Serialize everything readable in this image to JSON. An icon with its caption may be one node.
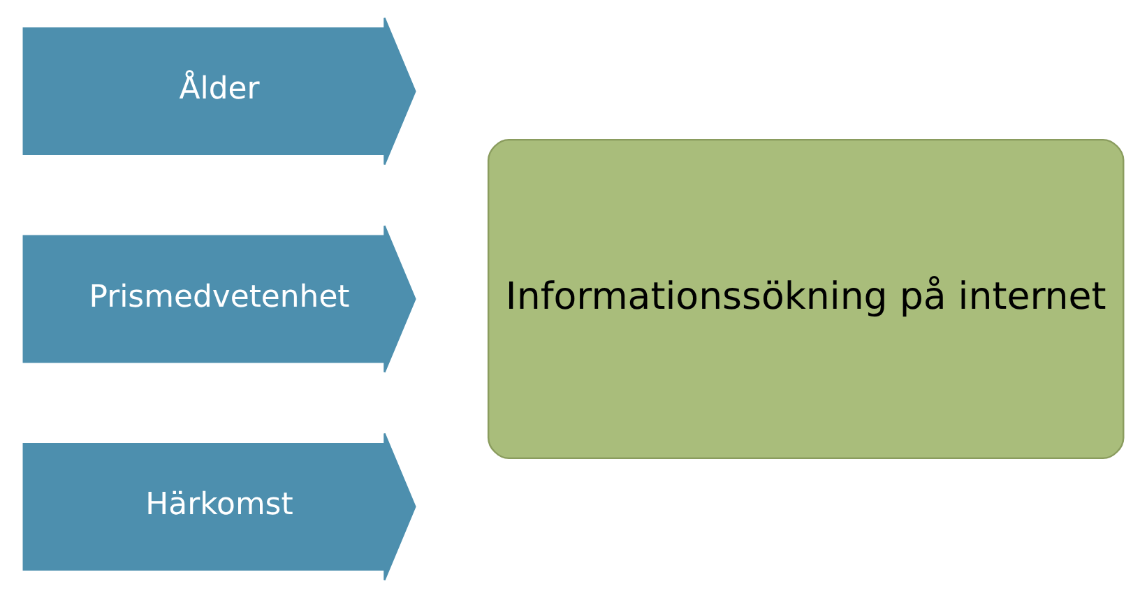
{
  "diagram": {
    "nodes": [
      {
        "text": [
          "Ålder"
        ]
      },
      {
        "text": [
          "Prismedvetenhet"
        ]
      },
      {
        "text": [
          "Härkomst"
        ]
      },
      {
        "text": [
          "Informationssökning på internet"
        ]
      }
    ]
  }
}
